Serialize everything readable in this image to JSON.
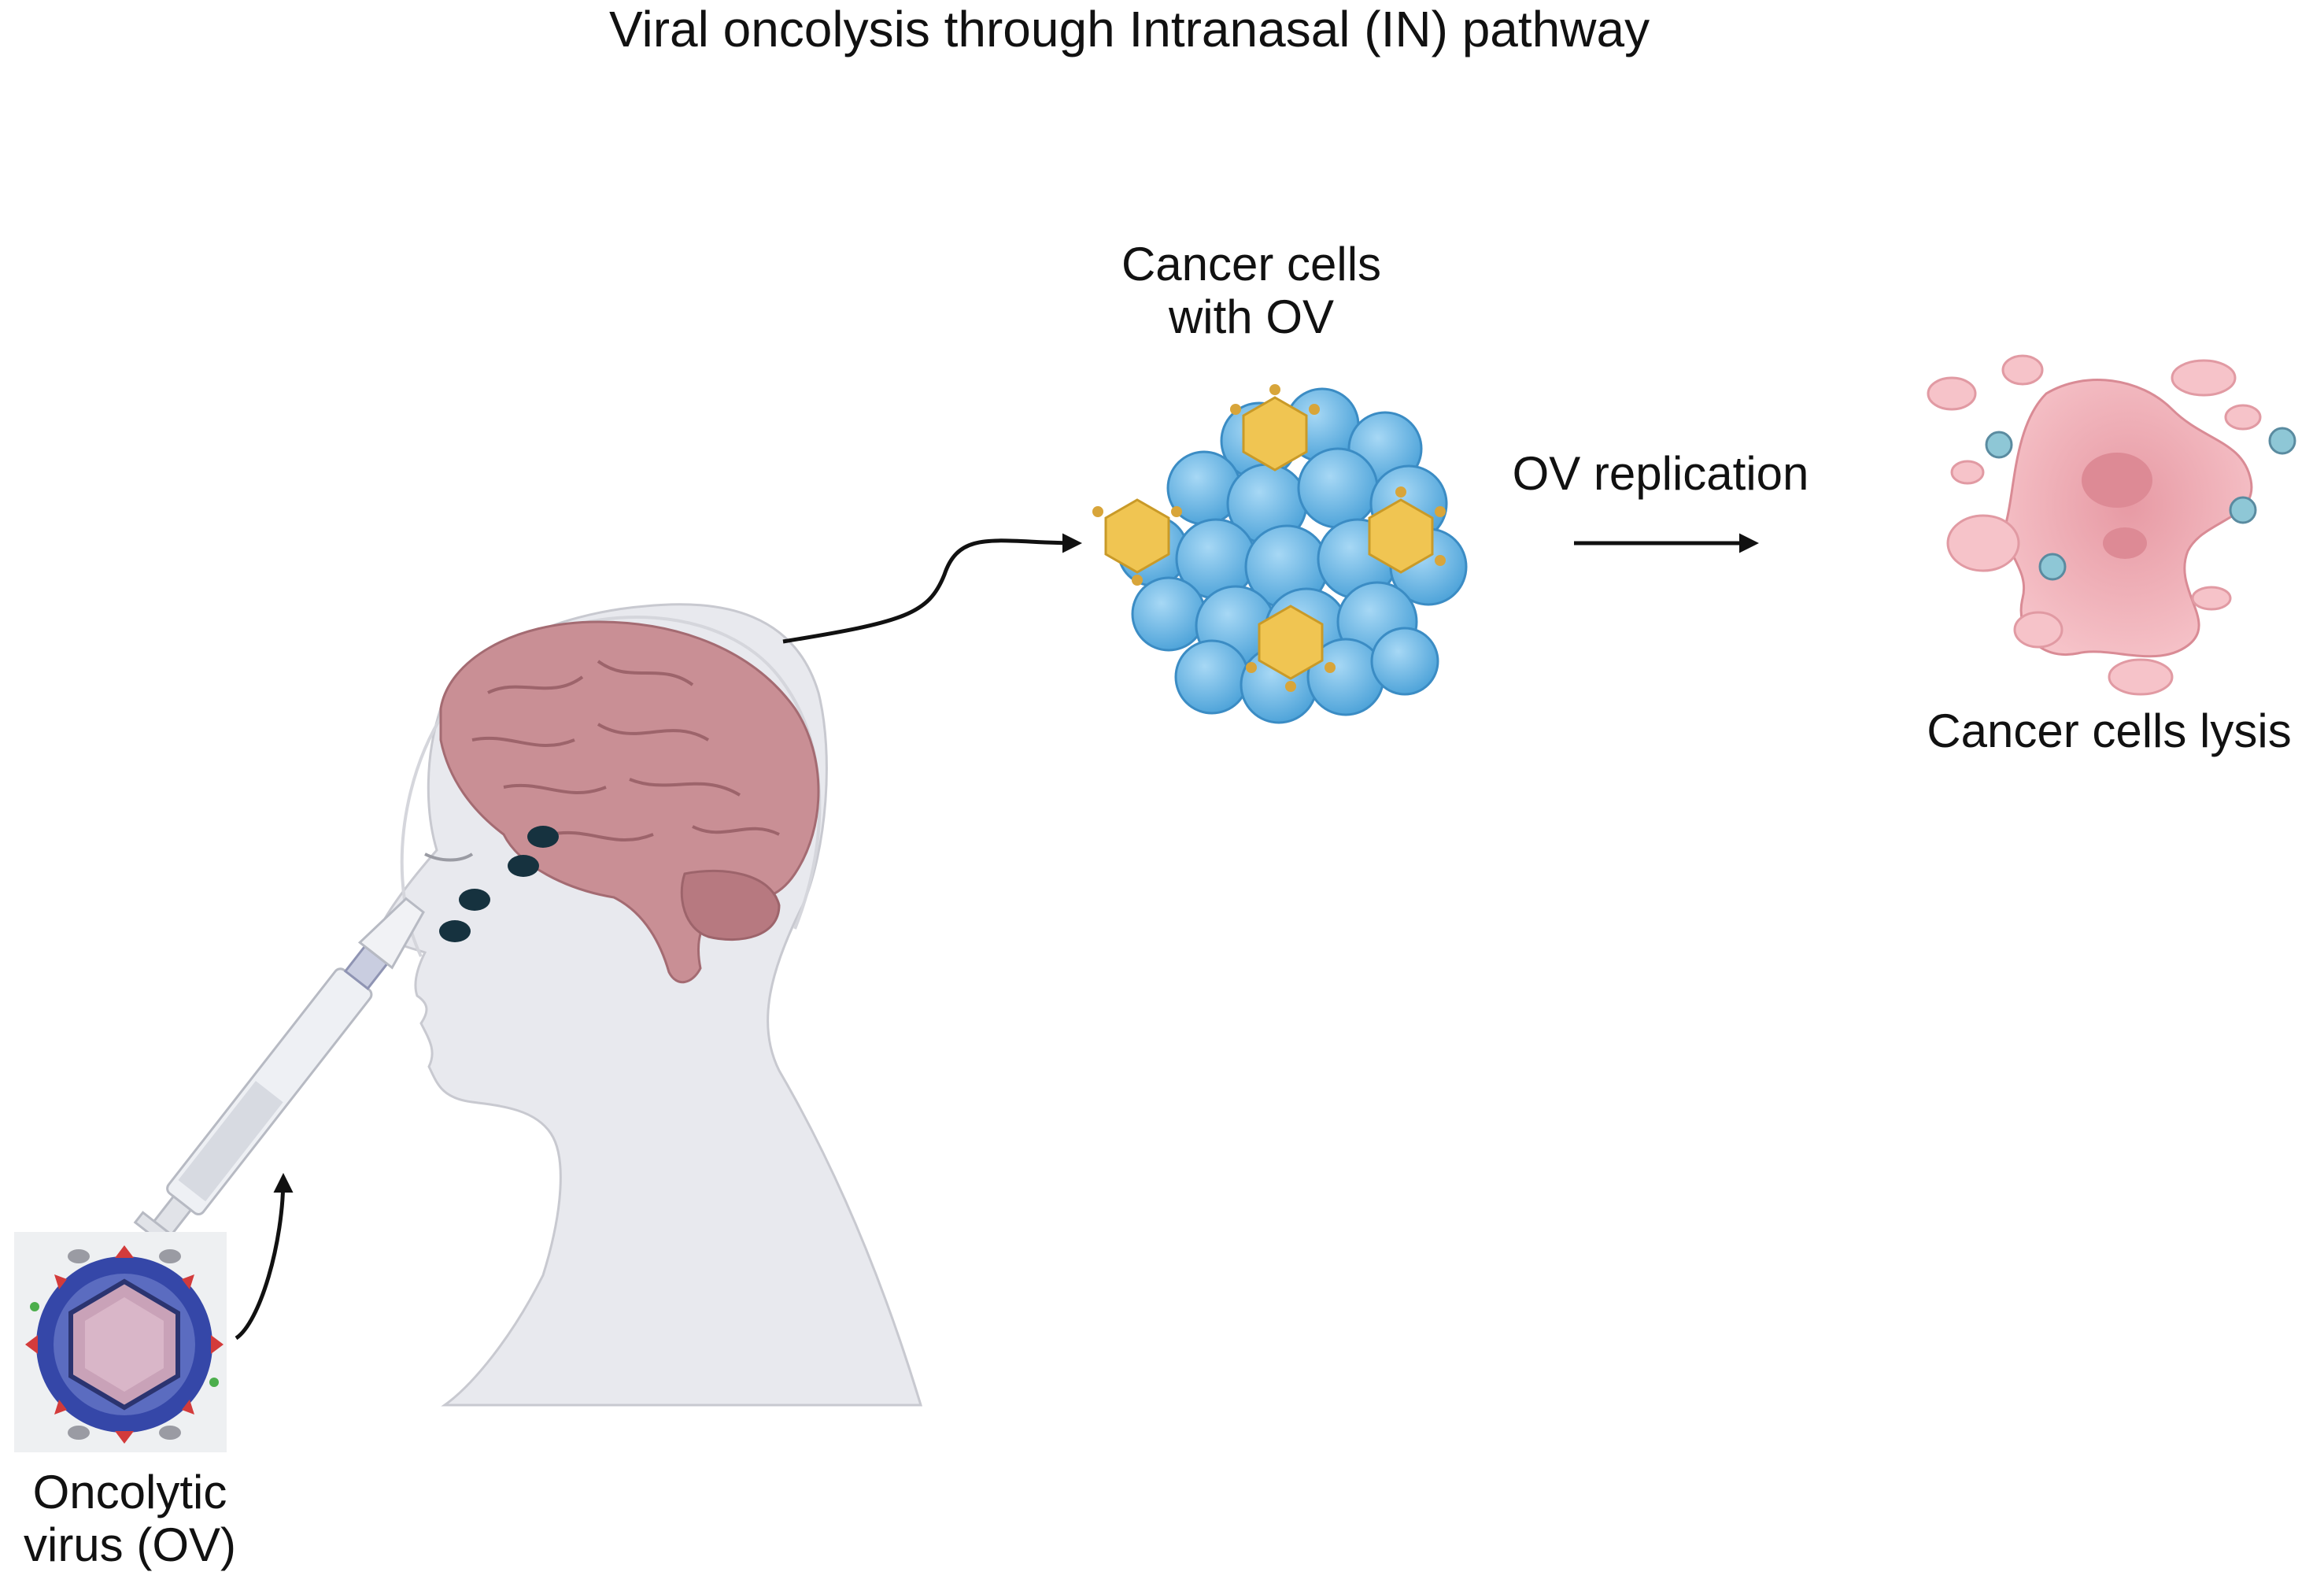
{
  "title": "Viral oncolysis through Intranasal (IN) pathway",
  "labels": {
    "cancer_cells_with_ov": [
      "Cancer cells",
      "with OV"
    ],
    "ov_replication": "OV replication",
    "cancer_cells_lysis": "Cancer cells lysis",
    "oncolytic_virus": [
      "Oncolytic",
      "virus (OV)"
    ]
  },
  "colors": {
    "skin": "#e8e9ee",
    "brain": "#c98f95",
    "cancer_cell": "#6fb8e6",
    "virus_capsid": "#f0c552",
    "lysed_cell": "#f2b4bb",
    "virus_shell": "#2f44a3",
    "arrow": "#111111"
  }
}
